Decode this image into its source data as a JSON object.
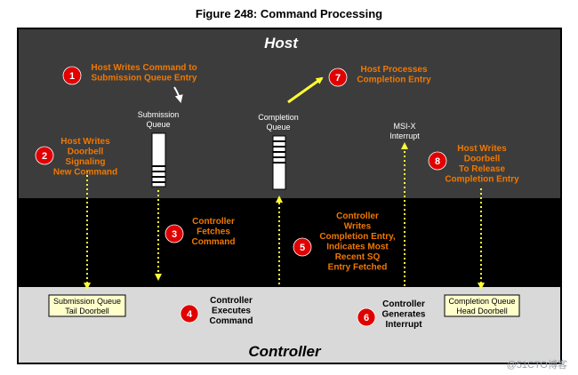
{
  "figure_title": "Figure 248: Command Processing",
  "regions": {
    "host": "Host",
    "controller": "Controller"
  },
  "queues": {
    "submission": [
      "Submission",
      "Queue"
    ],
    "completion": [
      "Completion",
      "Queue"
    ],
    "msix": [
      "MSI-X",
      "Interrupt"
    ]
  },
  "doorbells": {
    "sq_tail": [
      "Submission Queue",
      "Tail Doorbell"
    ],
    "cq_head": [
      "Completion Queue",
      "Head Doorbell"
    ]
  },
  "steps": [
    {
      "num": "1",
      "lines": [
        "Host Writes Command to",
        "Submission Queue Entry"
      ]
    },
    {
      "num": "2",
      "lines": [
        "Host Writes",
        "Doorbell",
        "Signaling",
        "New Command"
      ]
    },
    {
      "num": "3",
      "lines": [
        "Controller",
        "Fetches",
        "Command"
      ]
    },
    {
      "num": "4",
      "lines": [
        "Controller",
        "Executes",
        "Command"
      ]
    },
    {
      "num": "5",
      "lines": [
        "Controller",
        "Writes",
        "Completion Entry,",
        "Indicates Most",
        "Recent SQ",
        "Entry Fetched"
      ]
    },
    {
      "num": "6",
      "lines": [
        "Controller",
        "Generates",
        "Interrupt"
      ]
    },
    {
      "num": "7",
      "lines": [
        "Host Processes",
        "Completion Entry"
      ]
    },
    {
      "num": "8",
      "lines": [
        "Host Writes",
        "Doorbell",
        "To Release",
        "Completion Entry"
      ]
    }
  ],
  "watermark": "@51CTO博客",
  "colors": {
    "host_bg": "#3c3c3c",
    "middle_bg": "#000000",
    "controller_bg": "#d9d9d9",
    "step_badge": "#e00000",
    "orange_text": "#f07800",
    "arrow_yellow": "#ffff33",
    "doorbell_fill": "#ffffcc"
  }
}
